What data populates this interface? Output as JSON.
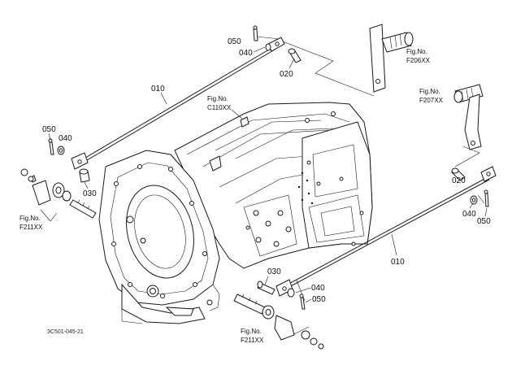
{
  "diagram_code": "3C501-045-21",
  "fig_refs": [
    {
      "line1": "Fig.No.",
      "line2": "F206XX"
    },
    {
      "line1": "Fig.No.",
      "line2": "F207XX"
    },
    {
      "line1": "Fig.No.",
      "line2": "C110XX"
    },
    {
      "line1": "Fig.No.",
      "line2": "F211XX"
    },
    {
      "line1": "Fig.No.",
      "line2": "F211XX"
    }
  ],
  "callouts": [
    {
      "label": "050"
    },
    {
      "label": "040"
    },
    {
      "label": "020"
    },
    {
      "label": "010"
    },
    {
      "label": "050"
    },
    {
      "label": "040"
    },
    {
      "label": "030"
    },
    {
      "label": "020"
    },
    {
      "label": "040"
    },
    {
      "label": "050"
    },
    {
      "label": "010"
    },
    {
      "label": "030"
    },
    {
      "label": "040"
    },
    {
      "label": "050"
    }
  ]
}
